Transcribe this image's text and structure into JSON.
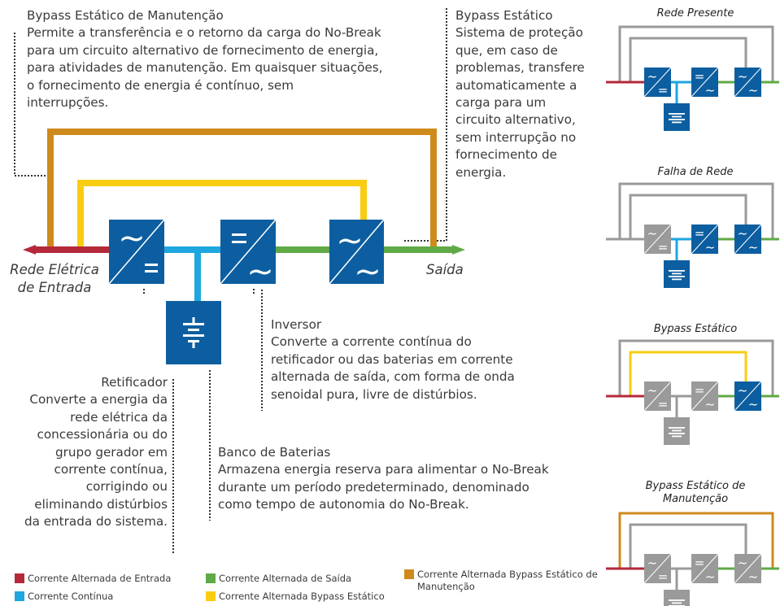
{
  "colors": {
    "entrada": "#b5283a",
    "saida": "#5faa46",
    "continua": "#1ea6df",
    "bypass": "#f9cd12",
    "manutencao": "#cf8a1c",
    "block": "#0c5ea0",
    "inactive": "#9a9a9a",
    "frame": "#9a9a9a"
  },
  "icons": {
    "retificador": "ac-dc-converter-icon",
    "inversor_dc": "dc-ac-converter-icon",
    "chave": "ac-ac-static-switch-icon",
    "bateria": "battery-icon"
  },
  "labels": {
    "manutencao": {
      "title": "Bypass Estático de Manutenção",
      "lines": [
        "Permite a transferência e o retorno da carga do No-Break",
        "para um circuito alternativo de fornecimento de energia,",
        "para atividades de manutenção. Em quaisquer situações,",
        "o fornecimento de energia é contínuo, sem",
        "interrupções."
      ]
    },
    "bypass_estatico": {
      "title": "Bypass Estático",
      "lines": [
        "Sistema de proteção",
        "que, em caso de",
        "problemas, transfere",
        "automaticamente a",
        "carga para um",
        "circuito alternativo,",
        "sem interrupção no",
        "fornecimento de",
        "energia."
      ]
    },
    "inversor": {
      "title": "Inversor",
      "lines": [
        "Converte a corrente contínua do",
        "retificador ou das baterias em corrente",
        "alternada de saída, com forma de onda",
        "senoidal pura, livre de distúrbios."
      ]
    },
    "retificador": {
      "title": "Retificador",
      "lines": [
        "Converte a energia da",
        "rede elétrica da",
        "concessionária ou do",
        "grupo gerador em",
        "corrente contínua,",
        "corrigindo ou",
        "eliminando distúrbios",
        "da entrada do sistema."
      ]
    },
    "baterias": {
      "title": "Banco de Baterias",
      "lines": [
        "Armazena energia reserva para alimentar o No-Break",
        "durante um período predeterminado, denominado",
        "como tempo de autonomia do No-Break."
      ]
    },
    "rede_entrada": [
      "Rede Elétrica",
      "de Entrada"
    ],
    "saida": "Saída"
  },
  "modes": [
    {
      "title": "Rede Presente"
    },
    {
      "title": "Falha de Rede"
    },
    {
      "title": "Bypass Estático"
    },
    {
      "title": "Bypass Estático de Manutenção"
    }
  ],
  "legend": [
    {
      "label": "Corrente Alternada de Entrada",
      "color": "#b5283a"
    },
    {
      "label": "Corrente Contínua",
      "color": "#1ea6df"
    },
    {
      "label": "Corrente Alternada de Saída",
      "color": "#5faa46"
    },
    {
      "label": "Corrente Alternada Bypass Estático",
      "color": "#f9cd12"
    },
    {
      "label": "Corrente Alternada Bypass Estático de Manutenção",
      "color": "#cf8a1c"
    }
  ]
}
